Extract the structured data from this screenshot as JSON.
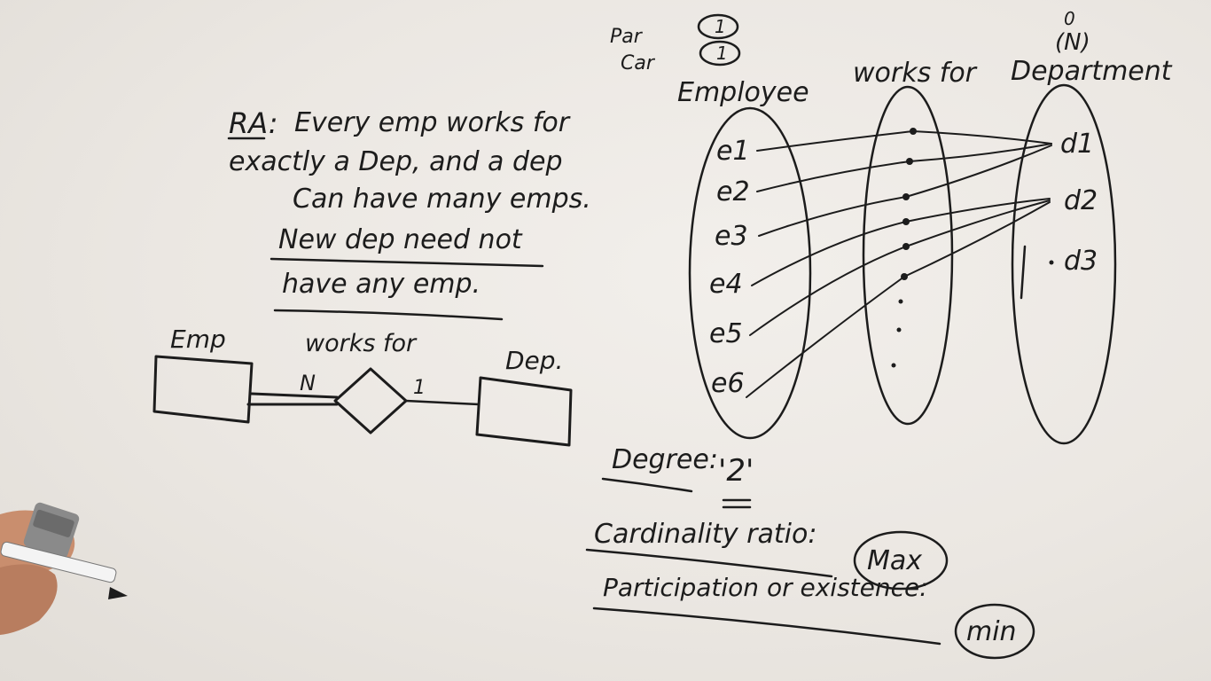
{
  "left": {
    "ra_label": "RA:",
    "ra_line1": "Every emp works for",
    "ra_line2": "exactly a Dep, and a dep",
    "ra_line3": "Can have many emps.",
    "note_line1": "New dep need not",
    "note_line2": "have any emp."
  },
  "er": {
    "entity1": "Emp",
    "relation": "works for",
    "entity2": "Dep.",
    "card1": "N",
    "card2": "1"
  },
  "mapping": {
    "par_label": "Par",
    "car_label": "Car",
    "par_value": "1",
    "car_value": "1",
    "top_left_mark": "0",
    "top_right_mark": "(N)",
    "set1_title": "Employee",
    "set2_title": "works for",
    "set3_title": "Department",
    "employees": [
      "e1",
      "e2",
      "e3",
      "e4",
      "e5",
      "e6"
    ],
    "departments": [
      "d1",
      "d2",
      "d3"
    ]
  },
  "bottom": {
    "degree_label": "Degree:",
    "degree_value": "'2'",
    "cardinality_label": "Cardinality ratio:",
    "cardinality_value": "Max",
    "participation_label": "Participation or existence:",
    "participation_value": "min"
  }
}
